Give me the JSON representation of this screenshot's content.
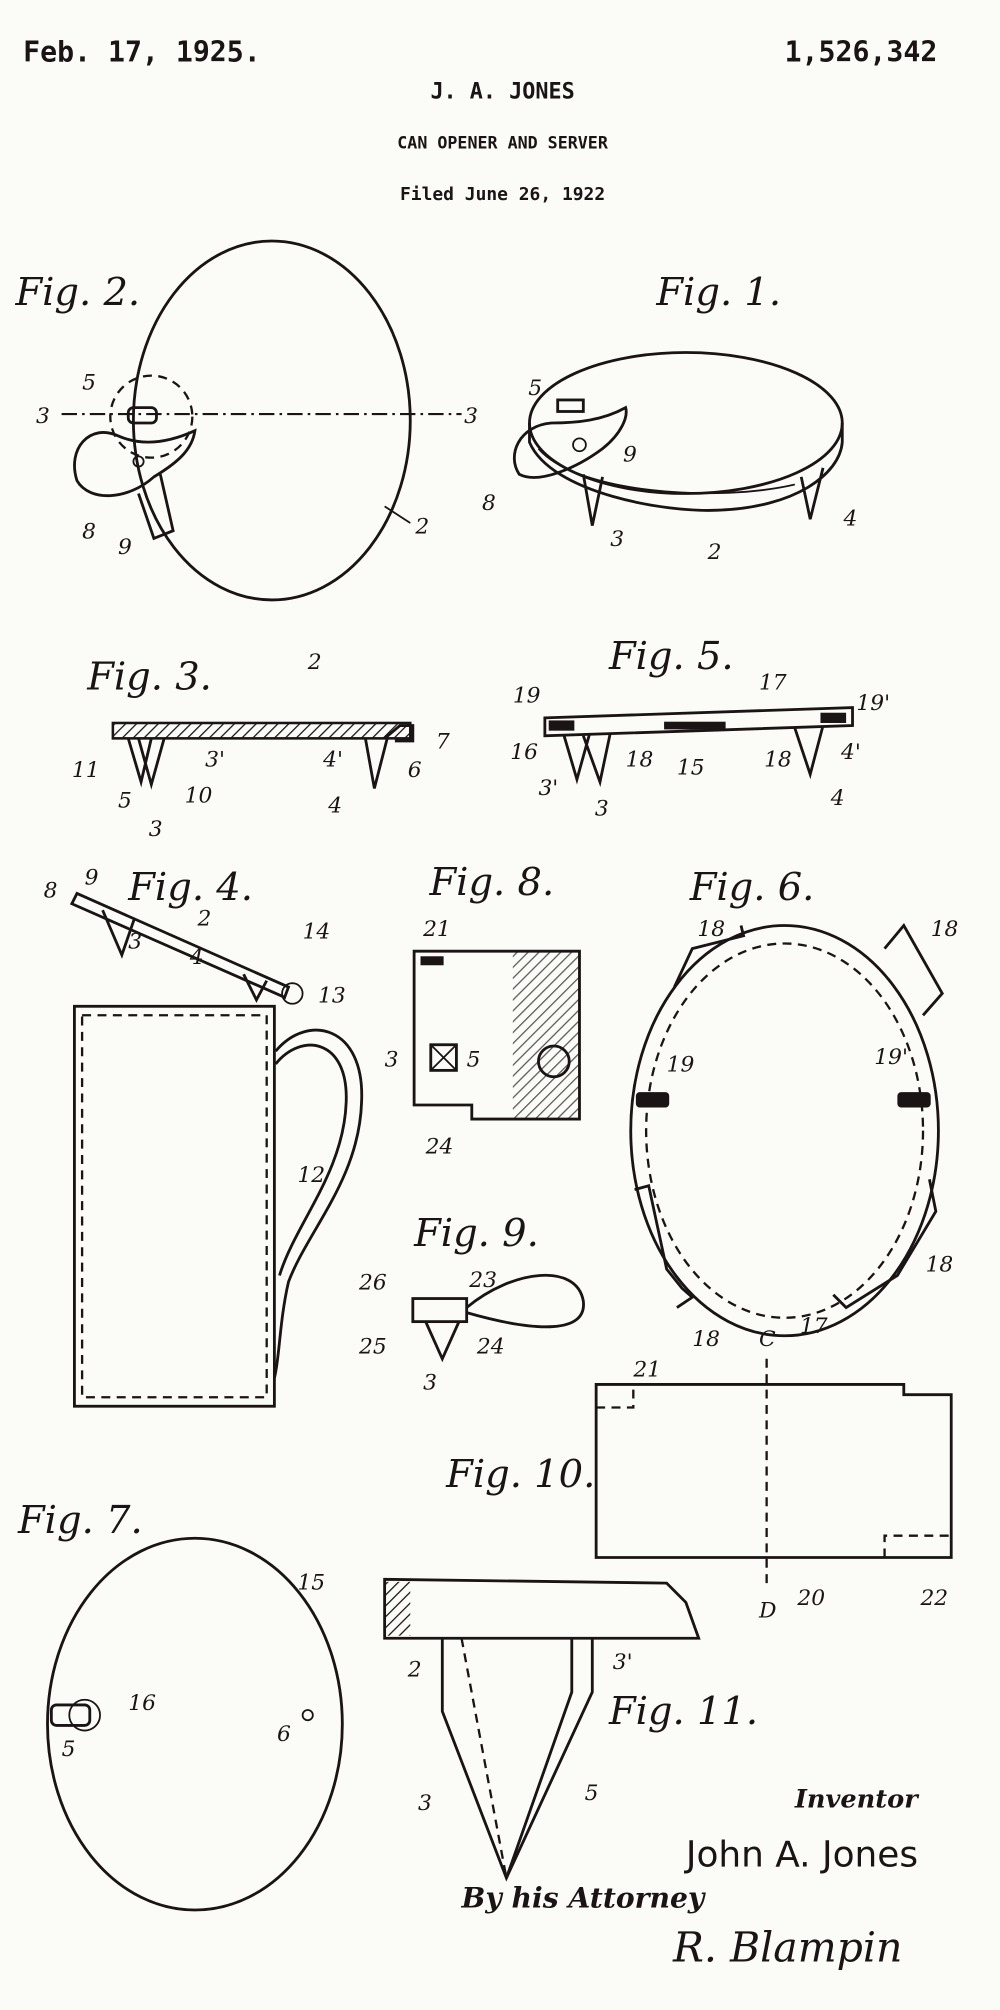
{
  "header": {
    "date": "Feb. 17, 1925.",
    "patent_number": "1,526,342",
    "inventor_name": "J. A. JONES",
    "title": "CAN OPENER AND SERVER",
    "filed": "Filed June 26, 1922"
  },
  "figures": {
    "fig1": {
      "label": "Fig. 1.",
      "refs": [
        "5",
        "8",
        "9",
        "3",
        "2",
        "4"
      ]
    },
    "fig2": {
      "label": "Fig. 2.",
      "refs": [
        "3",
        "3",
        "5",
        "8",
        "9",
        "2"
      ]
    },
    "fig3": {
      "label": "Fig. 3.",
      "refs": [
        "2",
        "11",
        "5",
        "10",
        "3'",
        "3",
        "4'",
        "4",
        "6",
        "7"
      ]
    },
    "fig4": {
      "label": "Fig. 4.",
      "refs": [
        "8",
        "9",
        "2",
        "3",
        "4",
        "14",
        "13",
        "12"
      ]
    },
    "fig5": {
      "label": "Fig. 5.",
      "refs": [
        "19",
        "17",
        "19'",
        "16",
        "18",
        "15",
        "18",
        "4'",
        "3'",
        "3",
        "4"
      ]
    },
    "fig6": {
      "label": "Fig. 6.",
      "refs": [
        "18",
        "18",
        "19",
        "19'",
        "18",
        "18",
        "17"
      ]
    },
    "fig7": {
      "label": "Fig. 7.",
      "refs": [
        "15",
        "16",
        "5",
        "6"
      ]
    },
    "fig8": {
      "label": "Fig. 8.",
      "refs": [
        "21",
        "3",
        "5",
        "24"
      ]
    },
    "fig9": {
      "label": "Fig. 9.",
      "refs": [
        "26",
        "23",
        "25",
        "24",
        "3"
      ]
    },
    "fig10": {
      "label": "Fig. 10.",
      "refs": [
        "C",
        "21",
        "20",
        "22",
        "D"
      ]
    },
    "fig11": {
      "label": "Fig. 11.",
      "refs": [
        "2",
        "3'",
        "3",
        "5"
      ]
    }
  },
  "signature_block": {
    "inventor_label": "Inventor",
    "inventor_signature": "John A. Jones",
    "attorney_label": "By his Attorney",
    "attorney_signature": "R. Blampin"
  }
}
